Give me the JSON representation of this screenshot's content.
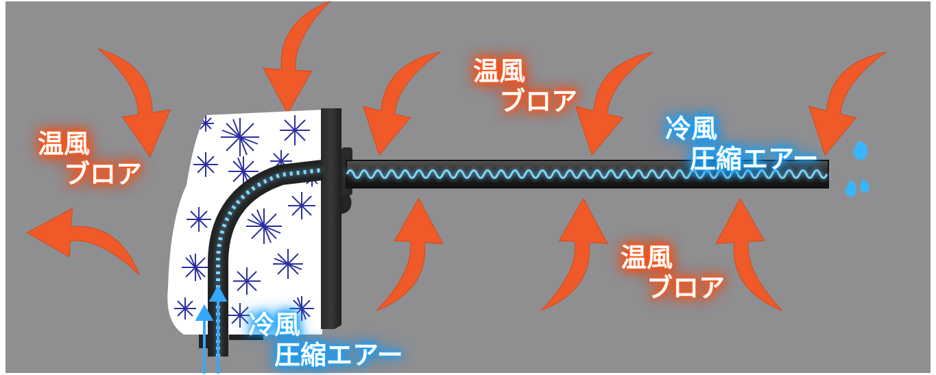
{
  "colors": {
    "background": "#8f8f91",
    "warm_arrow": "#ef5a28",
    "warm_glow": "#ff5a1a",
    "cold_glow": "#18a8ff",
    "crystal": "#2b2f9e",
    "hose": "#2d2d2d",
    "coil": "#7fd8ff"
  },
  "labels": {
    "warm_left": {
      "line1": "温風",
      "line2": "ブロア"
    },
    "warm_top": {
      "line1": "温風",
      "line2": "ブロア"
    },
    "warm_bottom": {
      "line1": "温風",
      "line2": "ブロア"
    },
    "cold_right": {
      "line1": "冷風",
      "line2": "圧縮エアー"
    },
    "cold_bottom": {
      "line1": "冷風",
      "line2": "圧縮エアー"
    }
  },
  "icons": [
    "curved-arrow-icon",
    "water-drop-icon",
    "frost-crystal-icon",
    "air-flow-arrow-icon"
  ]
}
